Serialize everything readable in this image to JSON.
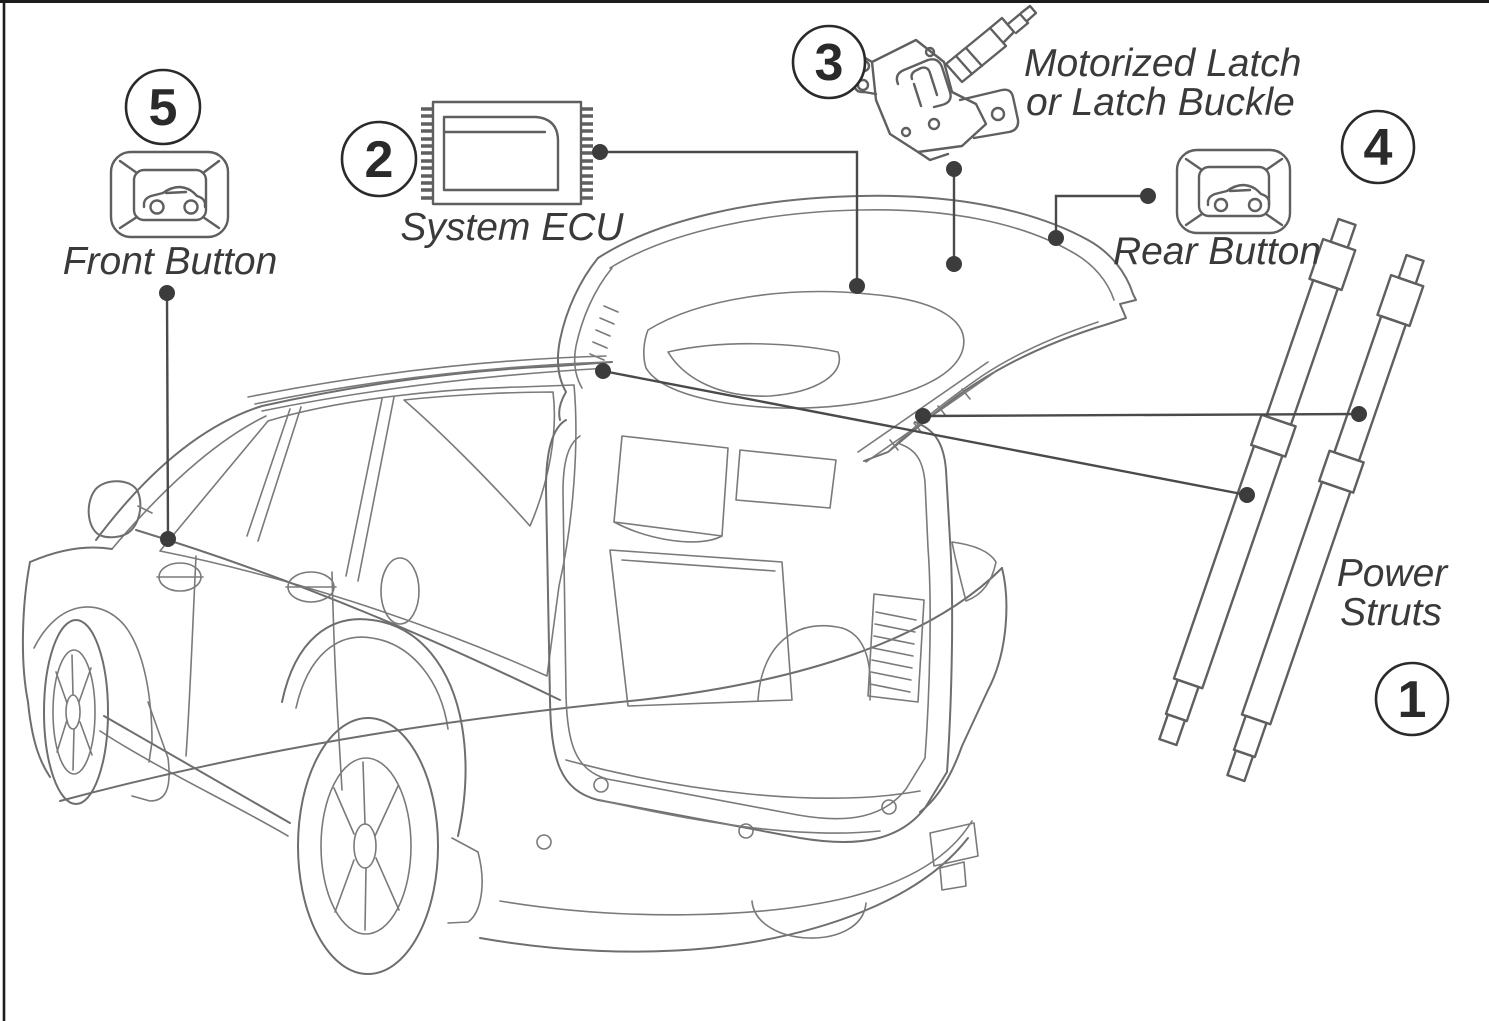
{
  "diagram": {
    "subject": "power-liftgate-components-diagram",
    "background_color": "#ffffff",
    "line_color": "#6e6e6e",
    "annotation_color": "#4a4a4a",
    "text_color": "#3a3a3a"
  },
  "callouts": {
    "power_struts": {
      "number": "1",
      "label_line1": "Power",
      "label_line2": "Struts"
    },
    "system_ecu": {
      "number": "2",
      "label": "System ECU"
    },
    "motorized_latch": {
      "number": "3",
      "label_line1": "Motorized Latch",
      "label_line2": "or Latch Buckle"
    },
    "rear_button": {
      "number": "4",
      "label": "Rear Button"
    },
    "front_button": {
      "number": "5",
      "label": "Front Button"
    }
  }
}
